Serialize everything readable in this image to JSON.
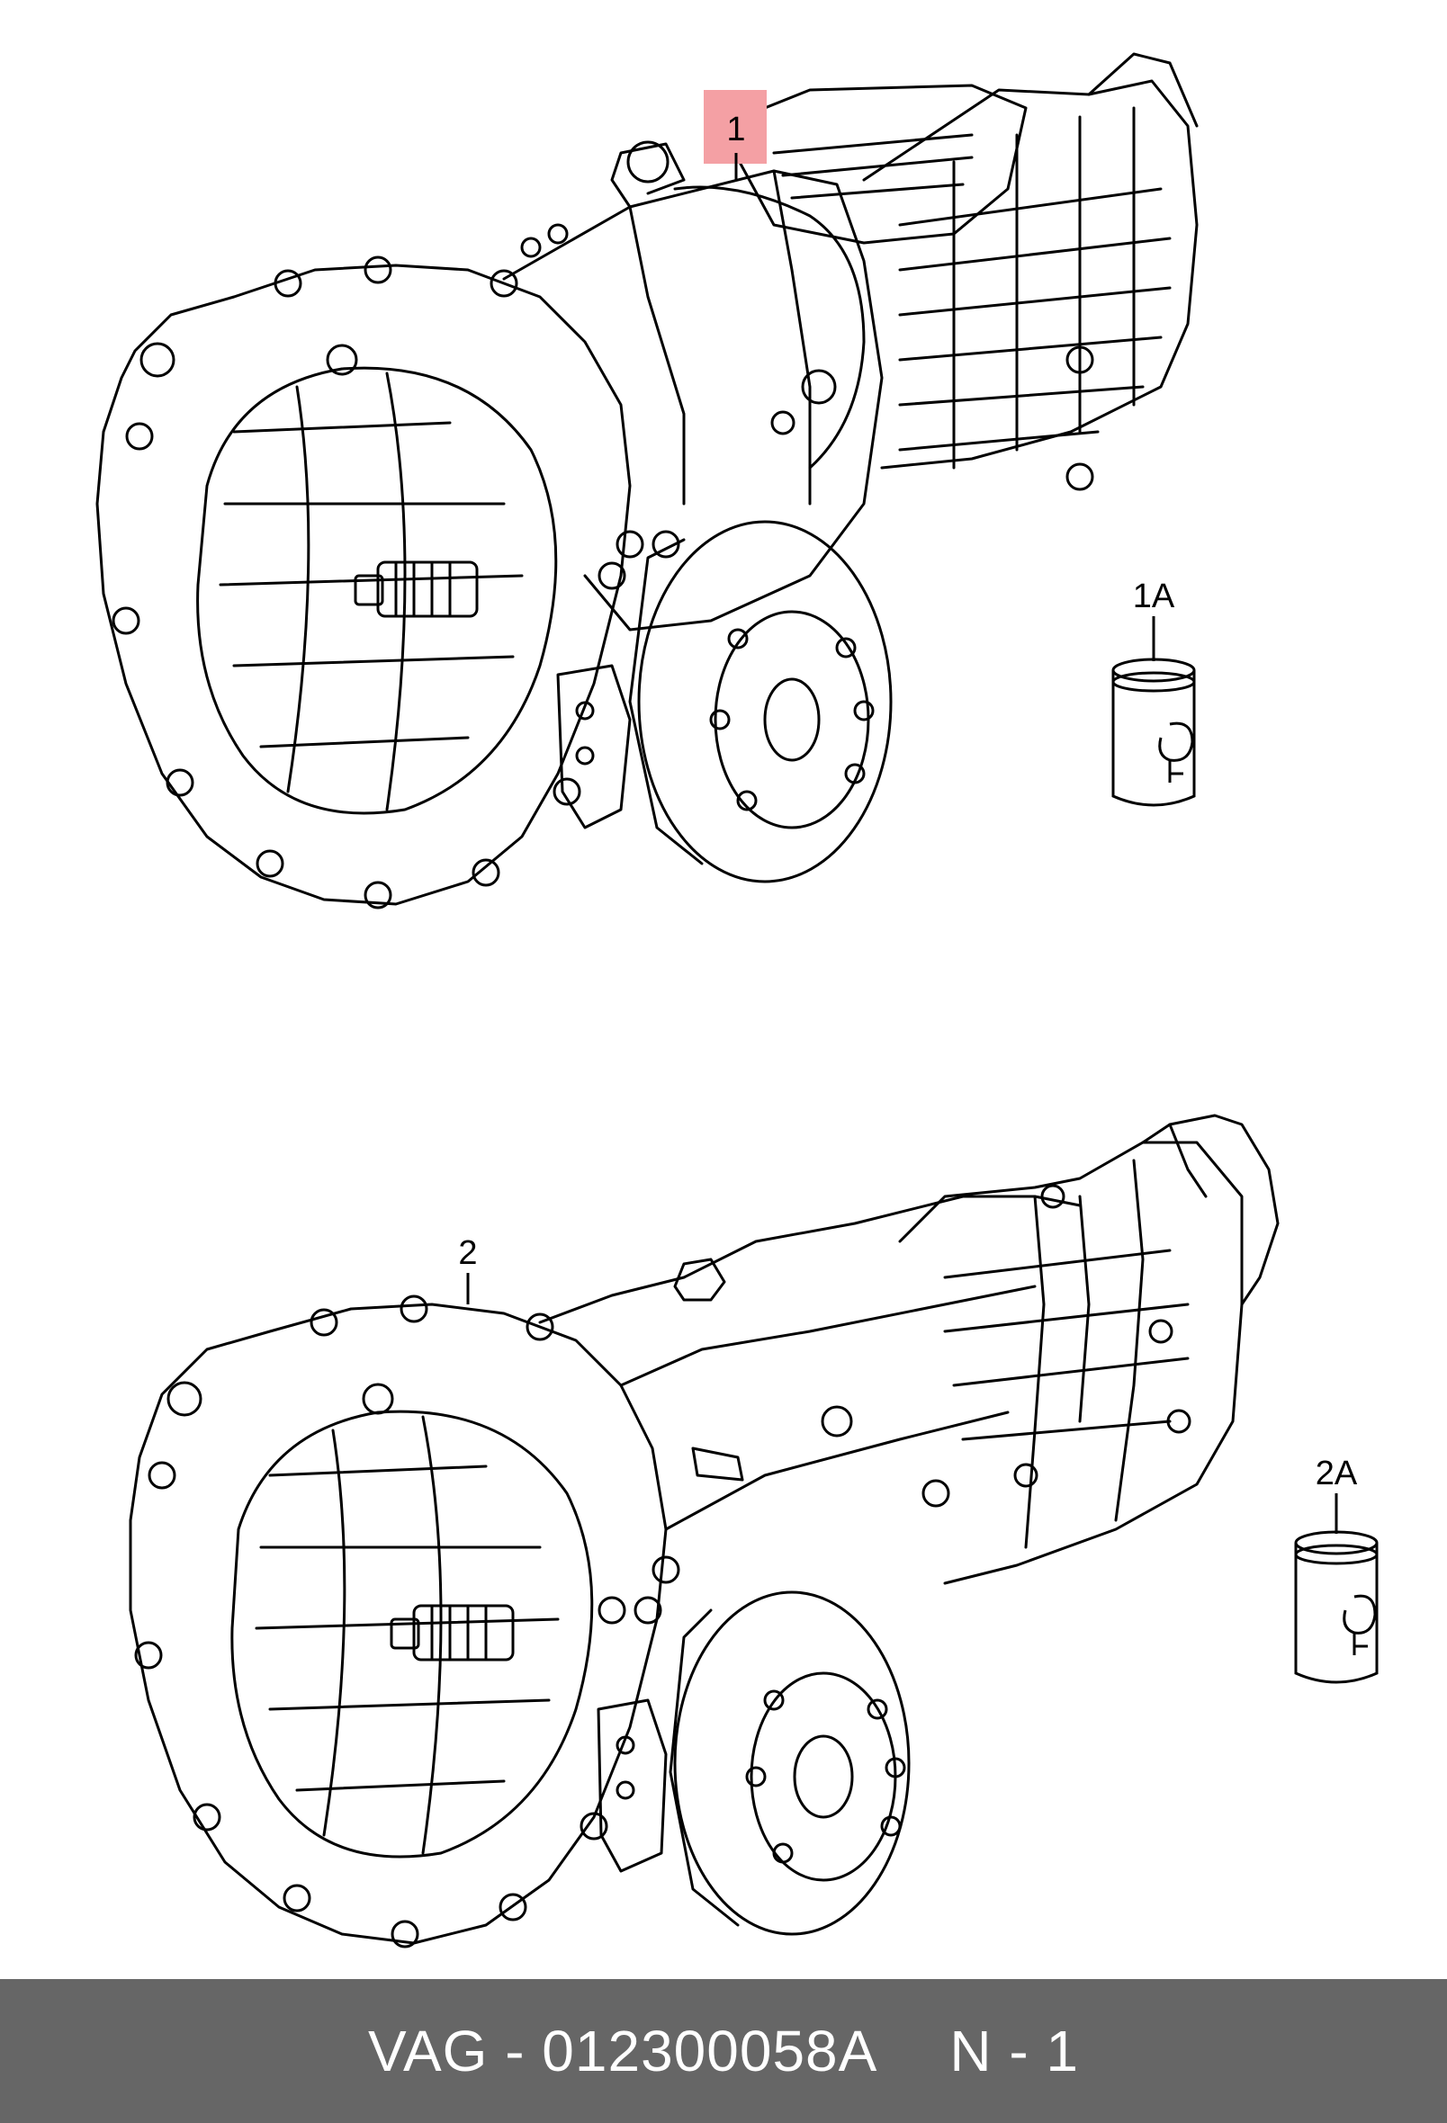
{
  "callouts": {
    "part1": "1",
    "part1a": "1A",
    "part2": "2",
    "part2a": "2A"
  },
  "icons": {
    "transmission_top": "manual-transmission-drawing",
    "transmission_bottom": "manual-transmission-drawing",
    "oil_can_1a": "oil-can-icon",
    "oil_can_2a": "oil-can-icon"
  },
  "colors": {
    "highlight": "#f4a0a4",
    "footer_background": "#666666",
    "footer_text": "#ffffff",
    "line": "#000000"
  },
  "footer": {
    "part_number": "VAG - 012300058A",
    "position": "N - 1"
  }
}
